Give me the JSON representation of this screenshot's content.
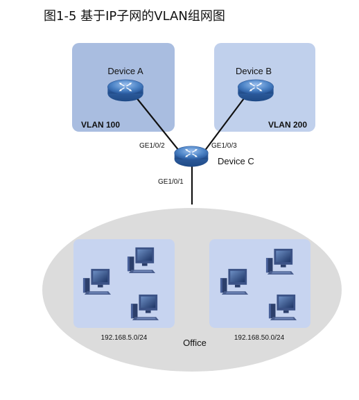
{
  "figure": {
    "title": "图1-5 基于IP子网的VLAN组网图"
  },
  "devices": {
    "a": {
      "label": "Device A"
    },
    "b": {
      "label": "Device B"
    },
    "c": {
      "label": "Device C"
    }
  },
  "vlans": {
    "left": {
      "label": "VLAN 100"
    },
    "right": {
      "label": "VLAN 200"
    }
  },
  "interfaces": {
    "c_to_a": "GE1/0/2",
    "c_to_b": "GE1/0/3",
    "c_to_office": "GE1/0/1"
  },
  "office": {
    "label": "Office",
    "subnets": [
      {
        "label": "192.168.5.0/24"
      },
      {
        "label": "192.168.50.0/24"
      }
    ]
  },
  "colors": {
    "vlan_left_fill": "#a9bde0",
    "vlan_right_fill": "#c0d0ec",
    "subnet_fill": "#c7d4f0",
    "office_ellipse": "#dcdcdc",
    "switch_blue": "#3f6fb6",
    "link": "#111111"
  },
  "icons": {
    "router": "router-icon",
    "switch": "switch-icon",
    "pc": "pc-icon"
  }
}
